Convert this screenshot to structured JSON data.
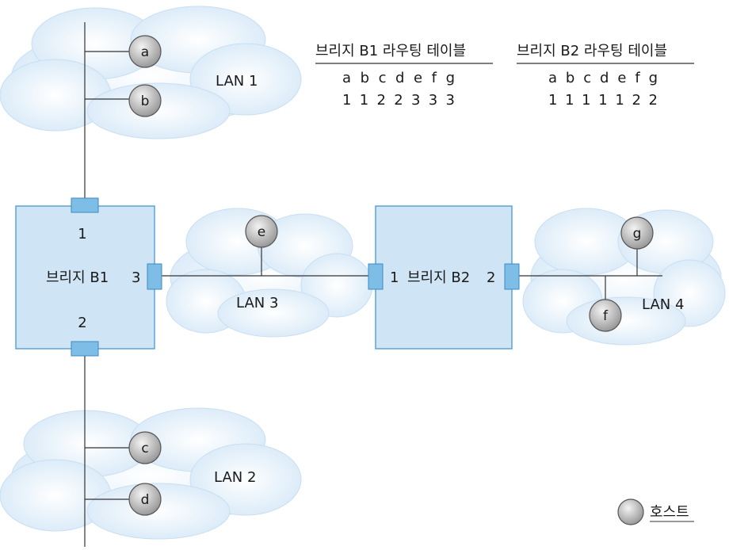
{
  "colors": {
    "bridge_fill": "#cfe5f5",
    "bridge_stroke": "#5aa3d6",
    "port_fill": "#7dbde6",
    "cloud_fill": "#e3f0fa",
    "line": "#333333",
    "host_fill": "#c4c4c4"
  },
  "lans": {
    "lan1": "LAN 1",
    "lan2": "LAN 2",
    "lan3": "LAN 3",
    "lan4": "LAN 4"
  },
  "hosts": {
    "a": "a",
    "b": "b",
    "c": "c",
    "d": "d",
    "e": "e",
    "f": "f",
    "g": "g"
  },
  "bridge1": {
    "label": "브리지 B1",
    "port1": "1",
    "port2": "2",
    "port3": "3"
  },
  "bridge2": {
    "label": "브리지 B2",
    "port1": "1",
    "port2": "2"
  },
  "tables": {
    "b1": {
      "title": "브리지 B1 라우팅 테이블",
      "hosts_row": "a b c d e f g",
      "ports_row": "1 1 2 2 3 3 3"
    },
    "b2": {
      "title": "브리지 B2 라우팅 테이블",
      "hosts_row": "a b c d e f g",
      "ports_row": "1 1 1 1 1 2 2"
    }
  },
  "legend": {
    "host_label": "호스트",
    "host_icon": "host-circle-icon"
  }
}
